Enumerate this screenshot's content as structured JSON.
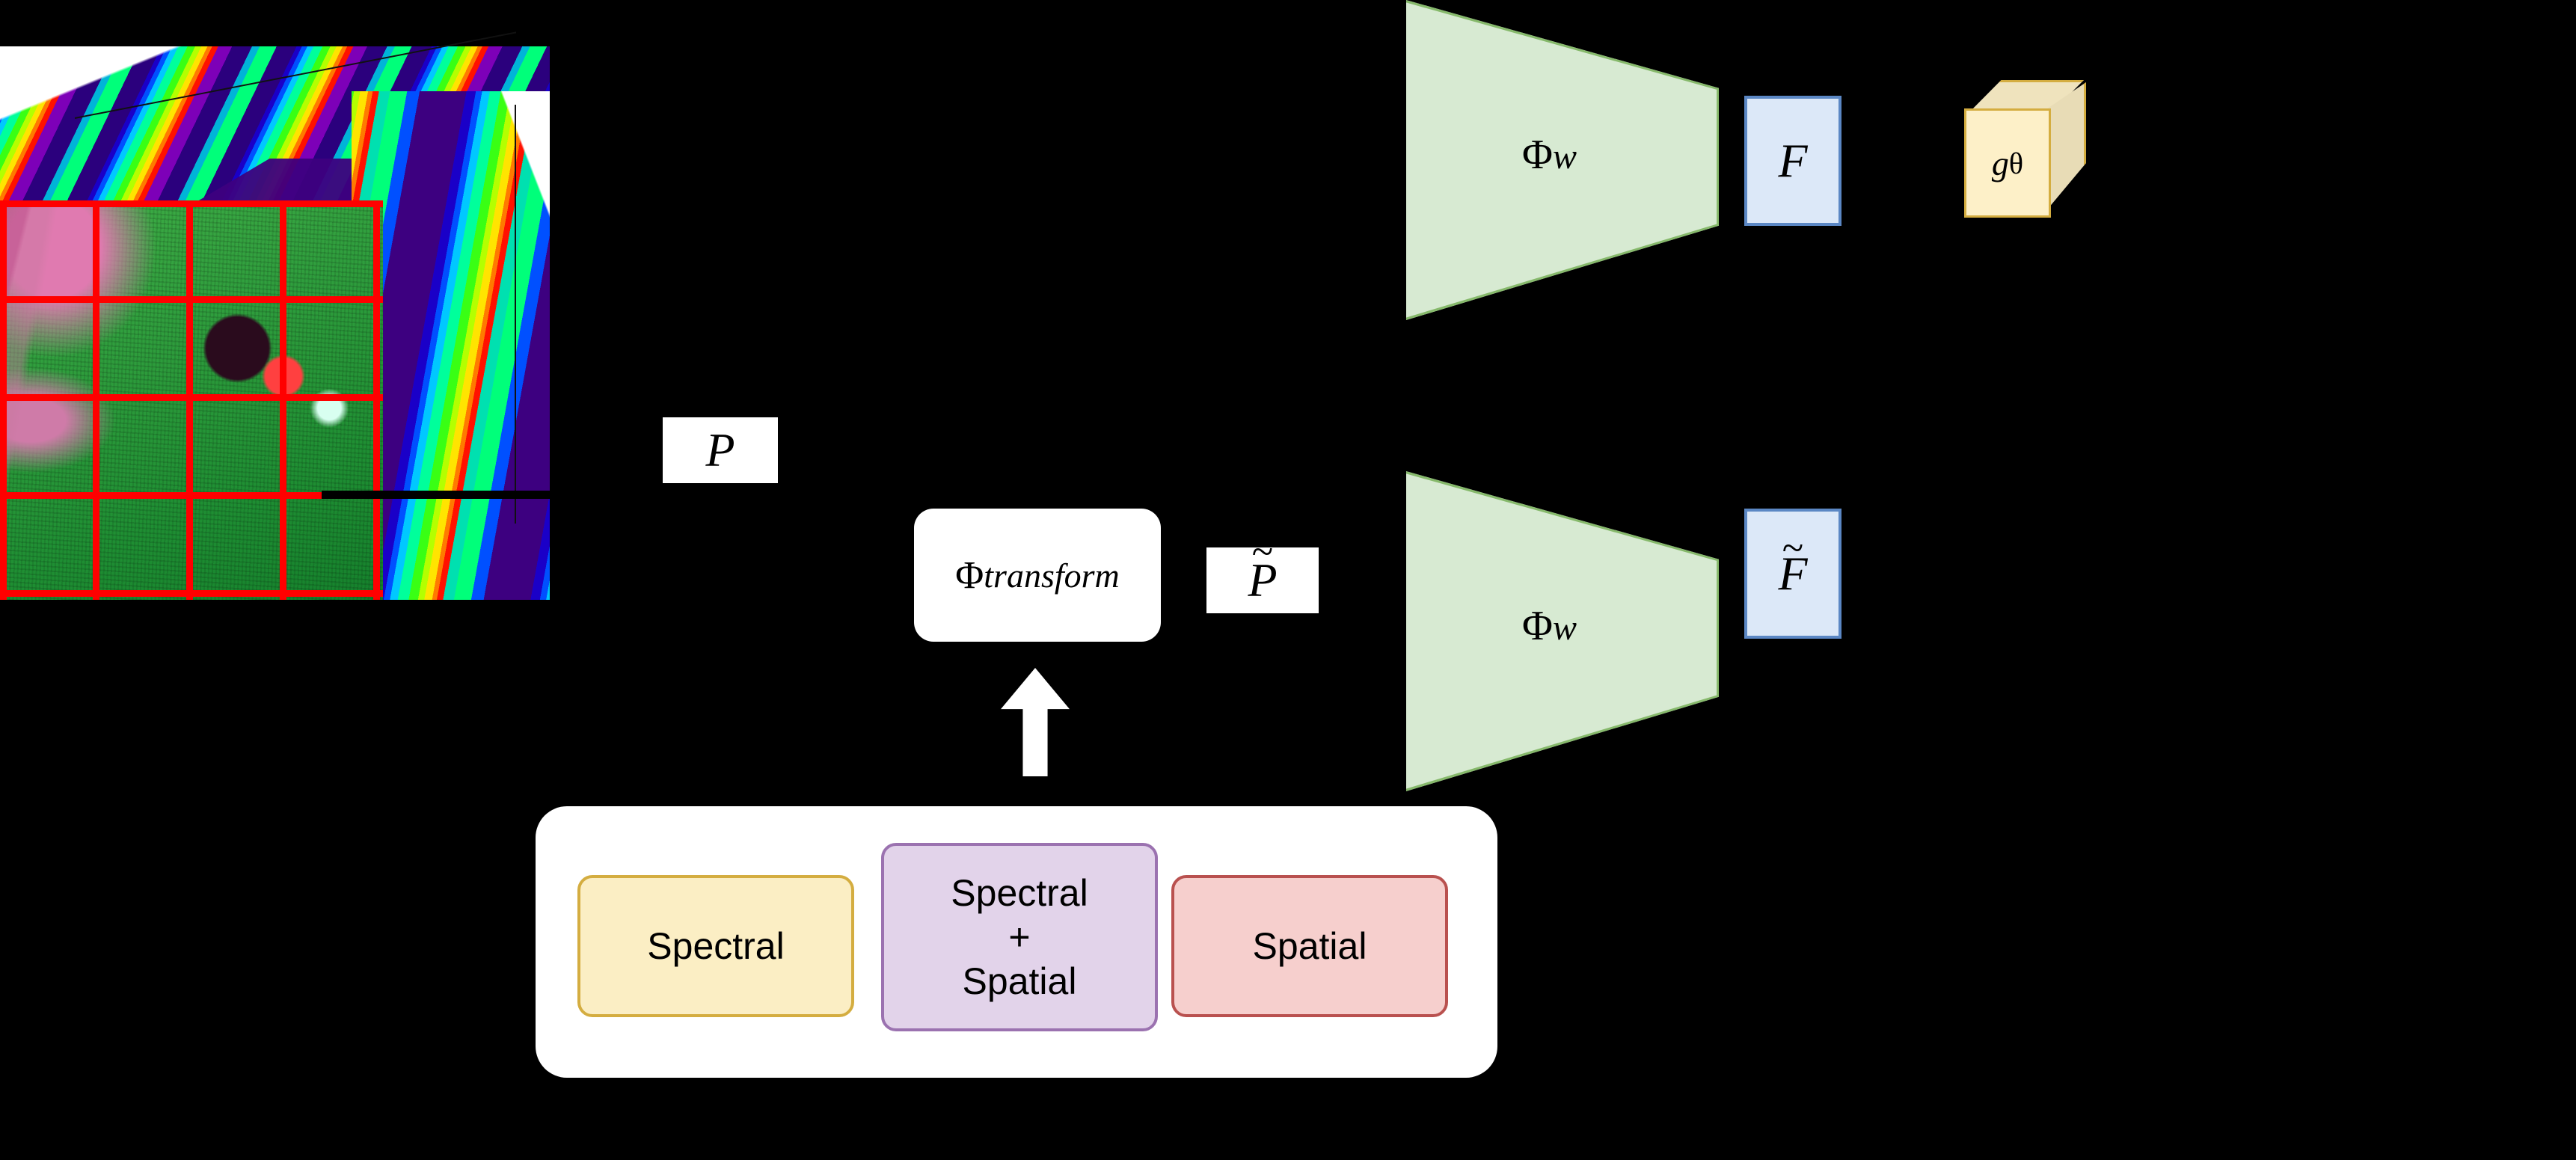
{
  "figure": {
    "type": "architecture-diagram",
    "background_color": "#000000",
    "description": "Self-supervised hyperspectral representation learning pipeline"
  },
  "input_cube": {
    "name": "hyperspectral-image-cube",
    "grid_rows": 4,
    "grid_columns": 4,
    "grid_color": "#ff0000",
    "front_face": "rgb-aerial-scene",
    "side_face": "spectral-bands-rainbow",
    "top_face": "spectral-bands-rainbow"
  },
  "labels": {
    "patch": "P",
    "patch_transformed_base": "P",
    "patch_transformed_tilde": "~",
    "feature": "F",
    "feature_transformed_base": "F",
    "feature_transformed_tilde": "~"
  },
  "transform_block": {
    "symbol": "Φ",
    "subscript": "transform"
  },
  "encoders": [
    {
      "name": "encoder-top",
      "symbol": "Φ",
      "subscript": "w",
      "fill": "#d7ead2",
      "stroke": "#86b96b"
    },
    {
      "name": "encoder-bottom",
      "symbol": "Φ",
      "subscript": "w",
      "fill": "#d7ead2",
      "stroke": "#86b96b"
    }
  ],
  "feature_boxes": [
    {
      "name": "feature-F",
      "label": "F",
      "fill": "#dce8f8",
      "stroke": "#5b87c4"
    },
    {
      "name": "feature-F-tilde",
      "label": "F",
      "tilde": "~",
      "fill": "#dce8f8",
      "stroke": "#5b87c4"
    }
  ],
  "projector": {
    "name": "projection-head",
    "symbol": "g",
    "subscript": "θ",
    "fill": "#fdf0c8",
    "stroke": "#d4ad40"
  },
  "augmentation_panel": {
    "panel_fill": "#ffffff",
    "options": [
      {
        "label": "Spectral",
        "fill": "#fbeec4",
        "stroke": "#d4ad40"
      },
      {
        "label": "Spectral\n+\nSpatial",
        "line1": "Spectral",
        "line2": "+",
        "line3": "Spatial",
        "fill": "#e2d3ea",
        "stroke": "#9b72b0"
      },
      {
        "label": "Spatial",
        "fill": "#f6cfcd",
        "stroke": "#b9514f"
      }
    ]
  },
  "arrow": {
    "name": "augmentation-to-transform-arrow",
    "direction": "up",
    "color": "#ffffff"
  }
}
